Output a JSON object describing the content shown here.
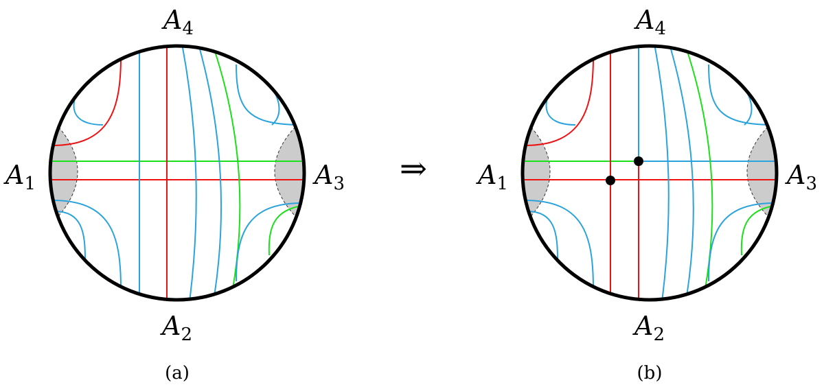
{
  "colors": {
    "red": "#ee1111",
    "blue": "#2aa3dd",
    "green": "#19e019",
    "shade": "#cccccc",
    "rim": "#000000"
  },
  "arrow": "⇒",
  "panels": [
    {
      "caption": "(a)",
      "labels": {
        "A1": {
          "letter": "A",
          "index": "1"
        },
        "A2": {
          "letter": "A",
          "index": "2"
        },
        "A3": {
          "letter": "A",
          "index": "3"
        },
        "A4": {
          "letter": "A",
          "index": "4"
        }
      }
    },
    {
      "caption": "(b)",
      "labels": {
        "A1": {
          "letter": "A",
          "index": "1"
        },
        "A2": {
          "letter": "A",
          "index": "2"
        },
        "A3": {
          "letter": "A",
          "index": "3"
        },
        "A4": {
          "letter": "A",
          "index": "4"
        }
      },
      "marked_points": 2
    }
  ]
}
